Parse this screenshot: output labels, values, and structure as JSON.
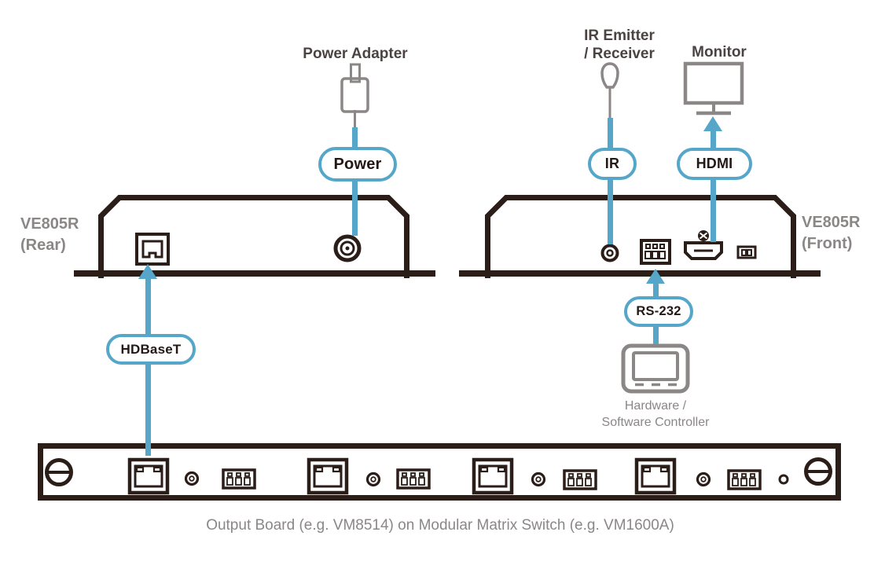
{
  "diagram": {
    "colors": {
      "line_blue": "#55a6c8",
      "outline_dark": "#2b1d18",
      "gray": "#8a8786",
      "label_dark": "#4a4342",
      "pill_text": "#231815",
      "background": "#ffffff"
    },
    "top_labels": {
      "power_adapter": "Power Adapter",
      "ir_emitter_line1": "IR Emitter",
      "ir_emitter_line2": "/ Receiver",
      "monitor": "Monitor"
    },
    "devices": {
      "left": {
        "name": "VE805R",
        "view": "(Rear)"
      },
      "right": {
        "name": "VE805R",
        "view": "(Front)"
      }
    },
    "connections": {
      "power": "Power",
      "ir": "IR",
      "hdmi": "HDMI",
      "hdbaset": "HDBaseT",
      "rs232": "RS-232"
    },
    "controller": {
      "line1": "Hardware /",
      "line2": "Software Controller"
    },
    "caption": "Output Board (e.g. VM8514) on Modular Matrix Switch (e.g. VM1600A)"
  }
}
